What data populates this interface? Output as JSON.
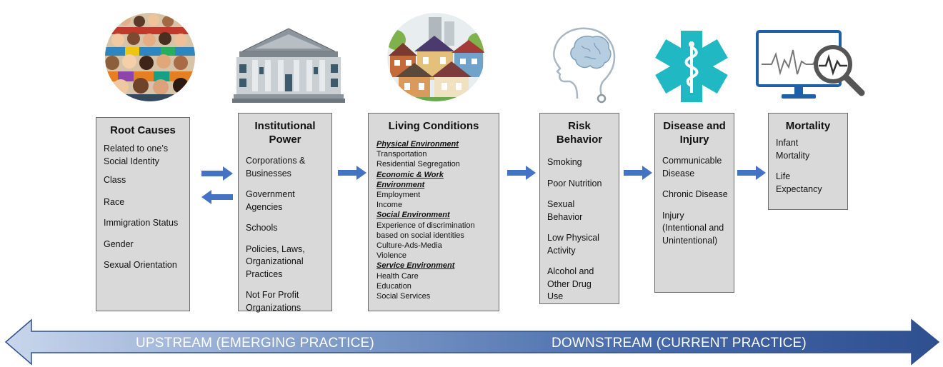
{
  "boxes": {
    "root_causes": {
      "title": "Root Causes",
      "items": [
        "Related to one’s Social Identity",
        "Class",
        "Race",
        "Immigration Status",
        "Gender",
        "Sexual Orientation"
      ]
    },
    "institutional_power": {
      "title": "Institutional Power",
      "items": [
        "Corporations & Businesses",
        "Government Agencies",
        "Schools",
        "Policies, Laws, Organizational Practices",
        "Not For Profit Organizations"
      ]
    },
    "living_conditions": {
      "title": "Living Conditions",
      "sections": [
        {
          "heading": "Physical Environment",
          "items": [
            "Transportation",
            "Residential Segregation"
          ]
        },
        {
          "heading": "Economic & Work Environment",
          "items": [
            "Employment",
            "Income"
          ]
        },
        {
          "heading": "Social Environment",
          "items": [
            "Experience of discrimination based on social identities",
            "Culture-Ads-Media",
            "Violence"
          ]
        },
        {
          "heading": "Service Environment",
          "items": [
            "Health Care",
            "Education",
            "Social Services"
          ]
        }
      ]
    },
    "risk_behavior": {
      "title": "Risk Behavior",
      "items": [
        "Smoking",
        "Poor Nutrition",
        "Sexual Behavior",
        "Low Physical Activity",
        "Alcohol and Other Drug Use"
      ]
    },
    "disease_injury": {
      "title": "Disease and Injury",
      "items": [
        "Communicable Disease",
        "Chronic Disease",
        "Injury (Intentional and Unintentional)"
      ]
    },
    "mortality": {
      "title": "Mortality",
      "items": [
        "Infant Mortality",
        "Life Expectancy"
      ]
    }
  },
  "banner": {
    "upstream": "UPSTREAM (EMERGING PRACTICE)",
    "downstream": "DOWNSTREAM (CURRENT PRACTICE)"
  },
  "colors": {
    "arrow": "#4472c4",
    "box_fill": "#d9d9d9",
    "banner_dark": "#2f4f8f",
    "banner_light": "#c9d6ec",
    "medical": "#1fb8c3"
  },
  "icons": [
    "crowd-icon",
    "government-building-icon",
    "houses-icon",
    "brain-head-icon",
    "star-of-life-icon",
    "monitor-magnifier-icon"
  ]
}
